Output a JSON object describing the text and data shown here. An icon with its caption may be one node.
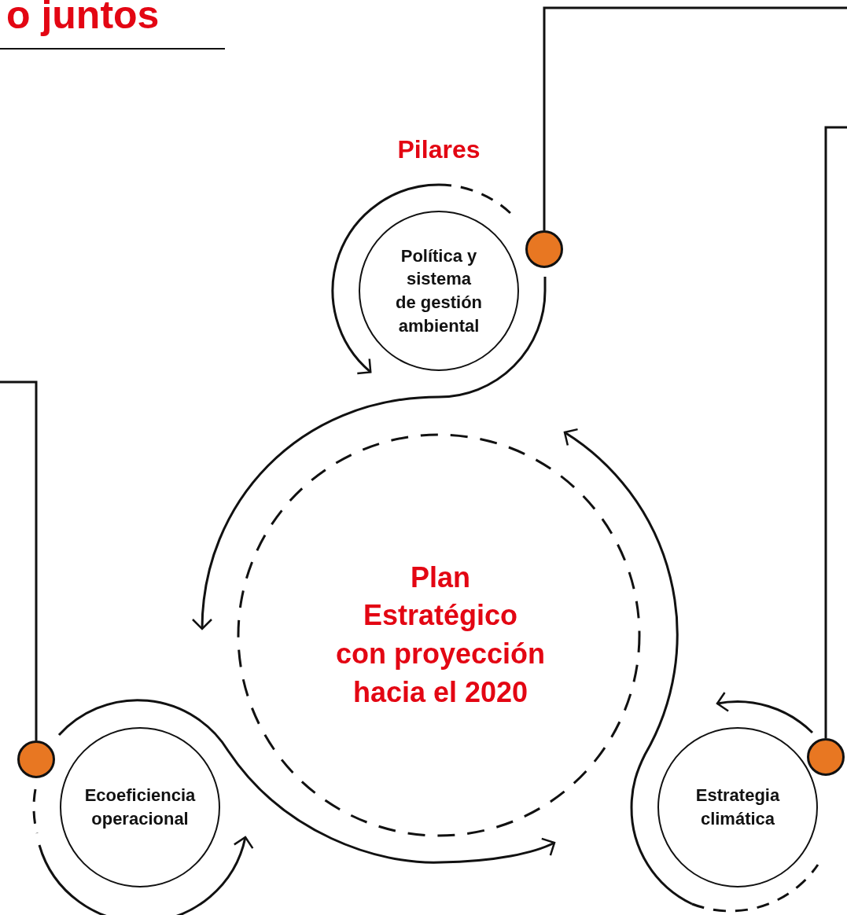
{
  "diagram": {
    "title": "o juntos",
    "nodes": [
      {
        "text": [
          "Política y sistema de gestión ambiental"
        ]
      },
      {
        "text": [
          "Plan Estratégico con proyección hacia el 2020"
        ]
      },
      {
        "text": [
          "Ecoeficiencia operacional"
        ]
      },
      {
        "text": [
          "Estrategia climática"
        ]
      },
      {
        "text": [],
        "shape": "circle"
      },
      {
        "text": [],
        "shape": "circle"
      },
      {
        "text": [],
        "shape": "circle"
      }
    ],
    "edges": [
      {
        "from": 4,
        "to": null,
        "arrow": "none"
      },
      {
        "from": 5,
        "to": null,
        "arrow": "none"
      },
      {
        "from": 6,
        "to": null,
        "arrow": "none"
      },
      {
        "from": 0,
        "to": 0,
        "arrow": "to"
      }
    ],
    "labels": [
      "Pilares"
    ]
  }
}
